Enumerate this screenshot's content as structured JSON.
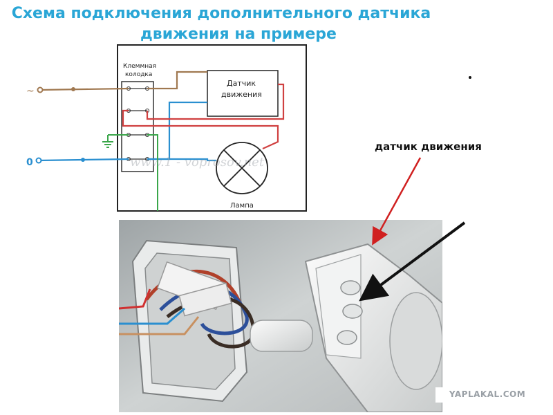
{
  "title": {
    "line1": "Схема подключения дополнительного датчика",
    "line2": "движения на примере"
  },
  "schematic": {
    "terminal_label_1": "Клеммная",
    "terminal_label_2": "колодка",
    "sensor_label_1": "Датчик",
    "sensor_label_2": "движения",
    "lamp_label": "Лампа",
    "phase_symbol": "~",
    "neutral_symbol": "0",
    "watermark_text": "www.1 - voprosov.net",
    "wire_colors": {
      "phase": "#a07850",
      "neutral": "#2a8fd0",
      "load": "#d04040",
      "ground": "#3aa64a"
    }
  },
  "photo": {
    "annotation_label": "датчик движения",
    "arrow_red_color": "#d02020",
    "arrow_black_color": "#111111"
  },
  "watermark": "YAPLAKAL.COM"
}
